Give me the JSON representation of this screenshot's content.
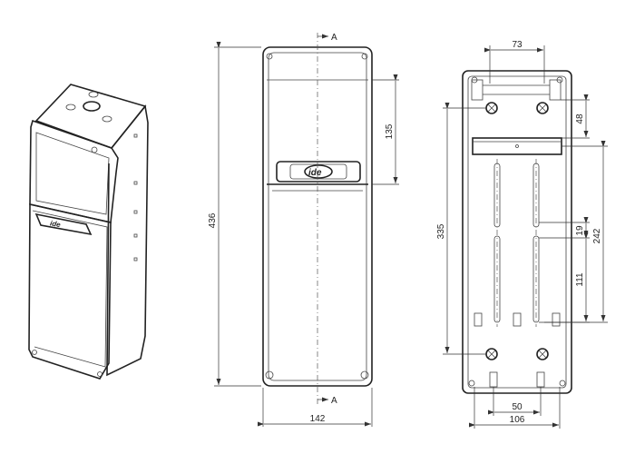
{
  "logo_text": "ide",
  "section": {
    "marker": "A"
  },
  "dimensions": {
    "front_height": "436",
    "front_upper": "135",
    "front_width": "142",
    "back_top_width": "73",
    "back_top_offset": "48",
    "back_height": "335",
    "back_rail_height": "242",
    "back_slot_gap": "19",
    "back_slot_len": "111",
    "back_bottom_inner": "50",
    "back_bottom_width": "106"
  }
}
